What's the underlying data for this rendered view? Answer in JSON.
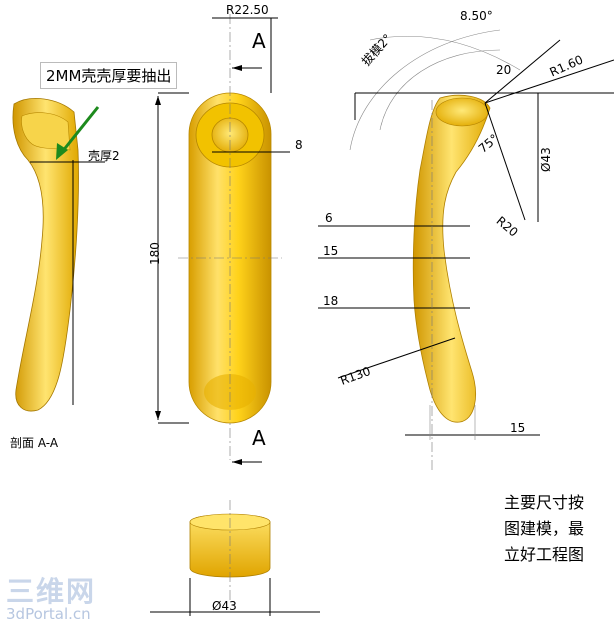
{
  "notes": {
    "shell_note": "2MM壳壳厚要抽出",
    "right_note_lines": [
      "主要尺寸按",
      "图建模，最",
      "立好工程图"
    ]
  },
  "labels": {
    "section_view": "剖面 A-A",
    "shell_thickness": "壳厚2",
    "section_mark_top": "A",
    "section_mark_bottom": "A",
    "draft_angle": "拔模2°"
  },
  "dimensions": {
    "front_radius": "R22.50",
    "front_height": "180",
    "front_offset": "8",
    "side_angle": "8.50°",
    "side_20": "20",
    "side_r160": "R1.60",
    "side_75": "75°",
    "side_dia43": "Ø43",
    "side_r20": "R20",
    "side_6": "6",
    "side_15a": "15",
    "side_18": "18",
    "side_r130": "R130",
    "side_15b": "15",
    "bottom_dia43": "Ø43"
  },
  "watermark": {
    "brand": "三维网",
    "site": "3dPortal.cn"
  },
  "colors": {
    "part_yellow": "#f5c400",
    "part_highlight": "#ffe978",
    "part_shadow": "#c99200",
    "arrow_green": "#1d8a1d",
    "watermark_blue": "#c9d6ea"
  }
}
